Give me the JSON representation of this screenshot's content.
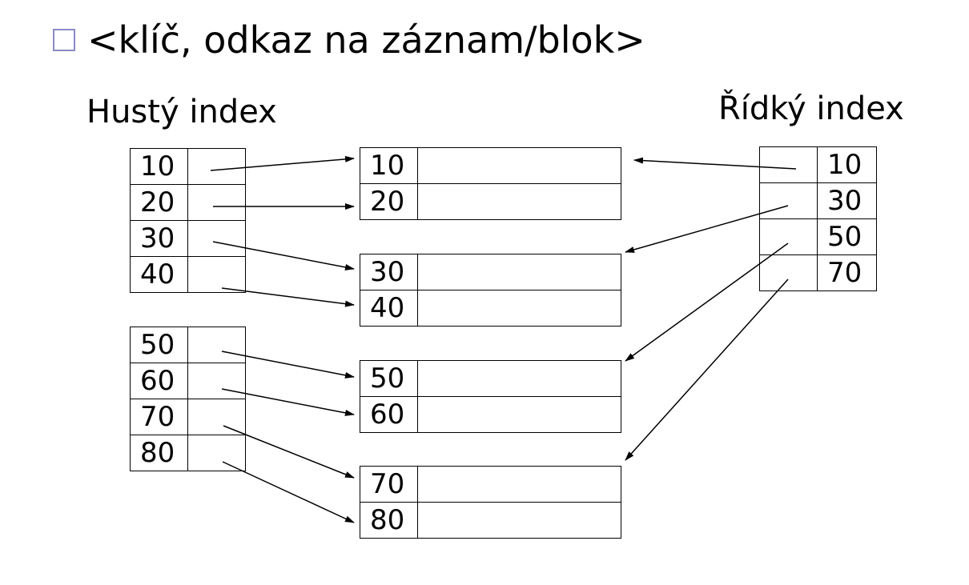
{
  "bullet_text": "<klíč, odkaz na záznam/blok>",
  "dense_index": {
    "label": "Hustý index",
    "blocks": [
      [
        "10",
        "20",
        "30",
        "40"
      ],
      [
        "50",
        "60",
        "70",
        "80"
      ]
    ]
  },
  "sparse_index": {
    "label": "Řídký index",
    "keys": [
      "10",
      "30",
      "50",
      "70"
    ]
  },
  "data_blocks": [
    [
      "10",
      "20"
    ],
    [
      "30",
      "40"
    ],
    [
      "50",
      "60"
    ],
    [
      "70",
      "80"
    ]
  ],
  "colors": {
    "bullet_border": "#8a8ac4",
    "line": "#000000"
  }
}
